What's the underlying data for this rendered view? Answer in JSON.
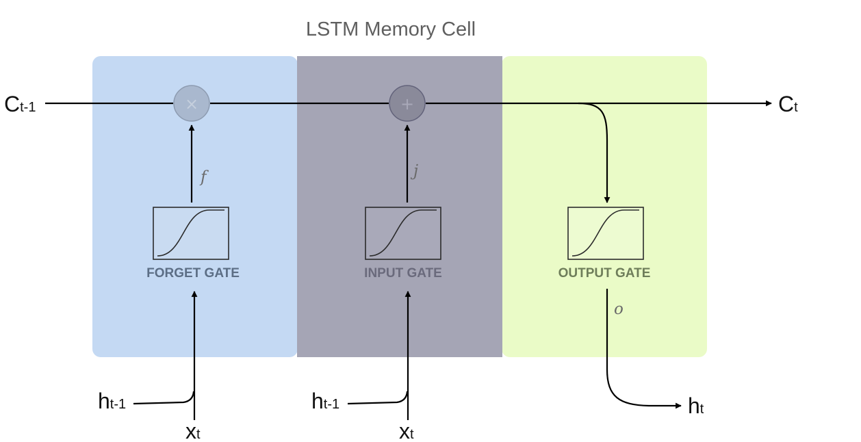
{
  "title": "LSTM Memory Cell",
  "cell_state": {
    "input": {
      "main": "C",
      "sub": "t-1"
    },
    "output": {
      "main": "C",
      "sub": "t"
    }
  },
  "gates": [
    {
      "id": "forget",
      "label": "FORGET GATE",
      "symbol": "f",
      "color": "#c4d9f3",
      "label_color": "#5c6e85",
      "operator": "×",
      "operator_fill": "#a9b8ce",
      "operator_text_color": "#c5cfdd",
      "inputs": [
        {
          "main": "h",
          "sub": "t-1"
        },
        {
          "main": "x",
          "sub": "t"
        }
      ]
    },
    {
      "id": "input",
      "label": "INPUT GATE",
      "symbol": "j",
      "color": "#a5a5b5",
      "label_color": "#6a6a7c",
      "operator": "+",
      "operator_fill": "#8a8a9a",
      "operator_text_color": "#a8a8b8",
      "inputs": [
        {
          "main": "h",
          "sub": "t-1"
        },
        {
          "main": "x",
          "sub": "t"
        }
      ]
    },
    {
      "id": "output",
      "label": "OUTPUT GATE",
      "symbol": "o",
      "color": "#eafbc7",
      "label_color": "#6e7d5a",
      "output": {
        "main": "h",
        "sub": "t"
      }
    }
  ]
}
